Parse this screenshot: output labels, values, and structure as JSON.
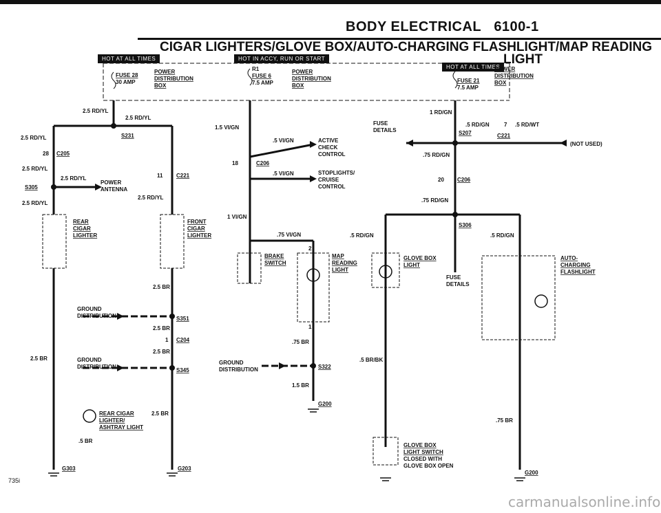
{
  "header": {
    "section": "BODY ELECTRICAL",
    "page": "6100-1",
    "diagram_title": "CIGAR LIGHTERS/GLOVE BOX/AUTO-CHARGING FLASHLIGHT/MAP READING",
    "diagram_title_end": "LIGHT"
  },
  "badges": {
    "left": "HOT AT ALL TIMES",
    "middle": "HOT IN ACCY, RUN OR START",
    "right": "HOT AT ALL TIMES"
  },
  "fuses": {
    "f28_name": "FUSE 28",
    "f28_amp": "30 AMP",
    "f6_name": "FUSE 6",
    "f6_amp": "7.5 AMP",
    "f21_name": "FUSE 21",
    "f21_amp": "7.5 AMP",
    "r1": "R1",
    "pd_power": "POWER",
    "pd_distribution": "DISTRIBUTION",
    "pd_box": "BOX"
  },
  "wires": {
    "w_25ryl": "2.5 RD/YL",
    "w_15vigN": "1.5 VI/GN",
    "w_05vign": ".5 VI/GN",
    "w_1vign": "1 VI/GN",
    "w_075vign": ".75 VI/GN",
    "w_1rdgn": "1 RD/GN",
    "w_05rdgn": ".5 RD/GN",
    "w_075rdgn": ".75 RD/GN",
    "w_05rdwt": ".5 RD/WT",
    "w_25br": "2.5 BR",
    "w_075br": ".75 BR",
    "w_15br": "1.5 BR",
    "w_05br": ".5 BR",
    "w_05brbk": ".5 BR/BK"
  },
  "connectors": {
    "s231": "S231",
    "c205": "C205",
    "s305": "S305",
    "c221": "C221",
    "c206": "C206",
    "s207": "S207",
    "s306": "S306",
    "s351": "S351",
    "c204": "C204",
    "s345": "S345",
    "s322": "S322",
    "g200": "G200",
    "g303": "G303",
    "g203": "G203",
    "pin28": "28",
    "pin11": "11",
    "pin18": "18",
    "pin7": "7",
    "pin20": "20",
    "pin2": "2",
    "pin1": "1"
  },
  "components": {
    "power_antenna": [
      "POWER",
      "ANTENNA"
    ],
    "active_check": [
      "ACTIVE",
      "CHECK",
      "CONTROL"
    ],
    "stoplights": [
      "STOPLIGHTS/",
      "CRUISE",
      "CONTROL"
    ],
    "fuse_details": [
      "FUSE",
      "DETAILS"
    ],
    "not_used": "(NOT USED)",
    "rear_cigar": [
      "REAR",
      "CIGAR",
      "LIGHTER"
    ],
    "front_cigar": [
      "FRONT",
      "CIGAR",
      "LIGHTER"
    ],
    "brake_switch": [
      "BRAKE",
      "SWITCH"
    ],
    "map_light": [
      "MAP",
      "READING",
      "LIGHT"
    ],
    "glove_box_light": [
      "GLOVE BOX",
      "LIGHT"
    ],
    "auto_flash": [
      "AUTO-",
      "CHARGING",
      "FLASHLIGHT"
    ],
    "ground_dist": [
      "GROUND",
      "DISTRIBUTION"
    ],
    "ashtray": [
      "REAR CIGAR",
      "LIGHTER/",
      "ASHTRAY LIGHT"
    ],
    "glove_switch": [
      "GLOVE BOX",
      "LIGHT SWITCH",
      "CLOSED WITH",
      "GLOVE BOX OPEN"
    ]
  },
  "footer": {
    "ref": "735i",
    "watermark": "carmanualsonline.info"
  }
}
